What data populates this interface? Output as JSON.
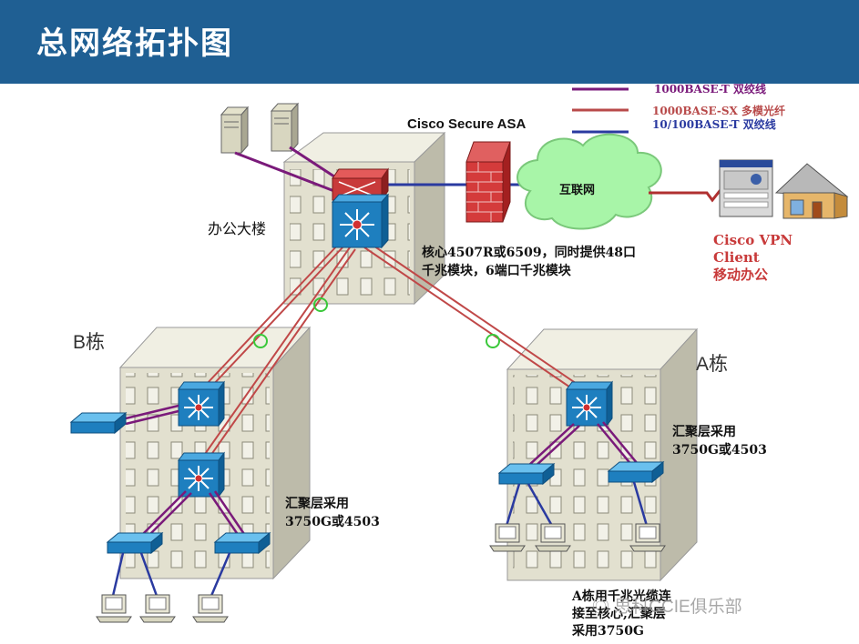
{
  "title": "总网络拓扑图",
  "legend": [
    {
      "label": "1000BASE-T  双绞线",
      "color": "#7a1a7a"
    },
    {
      "label": "1000BASE-SX  多模光纤",
      "color": "#b84a4a"
    },
    {
      "label": "10/100BASE-T  双绞线",
      "color": "#2a3aa0"
    }
  ],
  "labels": {
    "asa": "Cisco Secure  ASA",
    "office": "办公大楼",
    "core_line1": "核心4507R或6509，同时提供48口",
    "core_line2": "千兆模块，6端口千兆模块",
    "internet": "互联网",
    "vpn_line1": "Cisco VPN",
    "vpn_line2": "Client",
    "vpn_line3": "移动办公",
    "bldg_b": "B栋",
    "bldg_a": "A栋",
    "agg_b_line1": "汇聚层采用",
    "agg_b_line2": "3750G或4503",
    "agg_a_line1": "汇聚层采用",
    "agg_a_line2": "3750G或4503",
    "a_access_line1": "A栋用千兆光缆连",
    "a_access_line2": "接至核心,汇聚层",
    "a_access_line3": "采用3750G",
    "watermark": "思科CCIE俱乐部"
  },
  "colors": {
    "header": "#1f5f93",
    "twisted_pair": "#7a1a7a",
    "fiber": "#b84a4a",
    "ethernet": "#2a3aa0",
    "building": "#e2e0cf",
    "switch": "#1e7fbf",
    "firewall": "#c83a3a",
    "cloud": "#9ef09e"
  }
}
